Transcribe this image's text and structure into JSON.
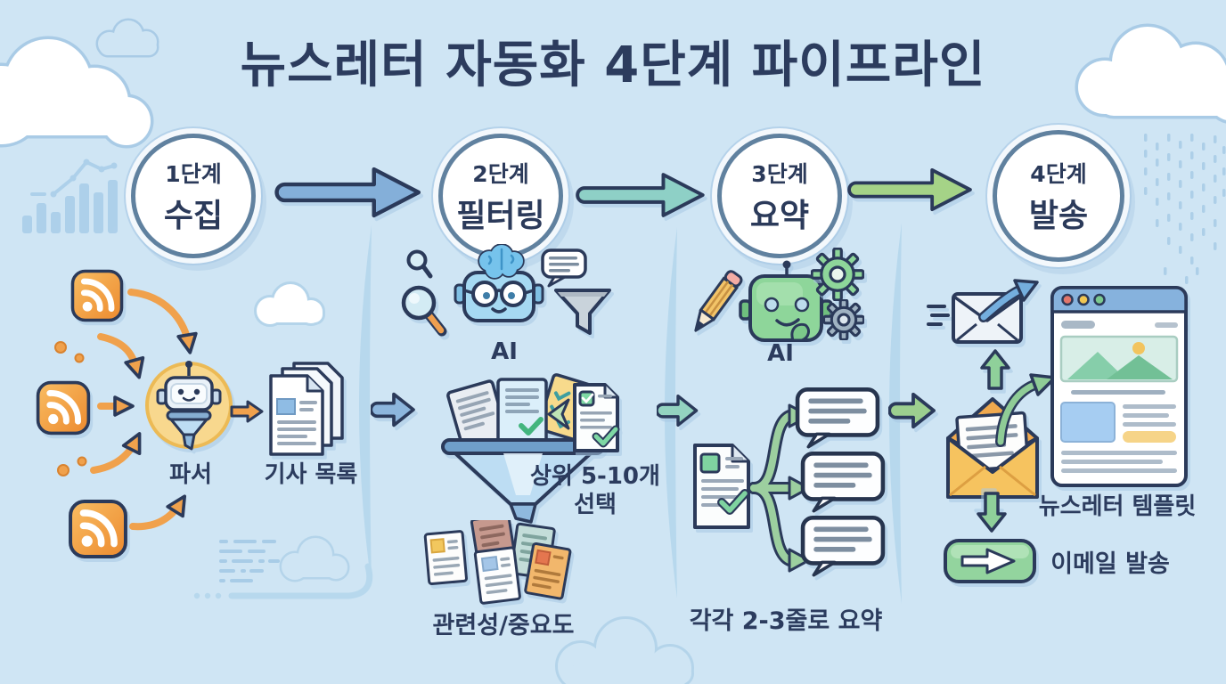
{
  "title": "뉴스레터 자동화 4단계 파이프라인",
  "stages": [
    {
      "step": "1단계",
      "name": "수집"
    },
    {
      "step": "2단계",
      "name": "필터링"
    },
    {
      "step": "3단계",
      "name": "요약"
    },
    {
      "step": "4단계",
      "name": "발송"
    }
  ],
  "collect": {
    "parser_label": "파서",
    "articles_label": "기사 목록"
  },
  "filter": {
    "ai_label": "AI",
    "selection_line1": "상위 5-10개",
    "selection_line2": "선택",
    "criteria_label": "관련성/중요도"
  },
  "summarize": {
    "ai_label": "AI",
    "note_label": "각각 2-3줄로 요약"
  },
  "send": {
    "template_label": "뉴스레터 템플릿",
    "email_label": "이메일 발송"
  },
  "icons": {
    "stage1": [
      "rss-icon",
      "robot-parser-icon",
      "article-stack-icon"
    ],
    "stage2": [
      "magnifier-icon",
      "ai-robot-icon",
      "speech-bubble-icon",
      "funnel-icon",
      "funnel-sort-icon",
      "selected-doc-icon",
      "doc-cluster-icon"
    ],
    "stage3": [
      "pencil-icon",
      "ai-robot-icon",
      "gear-icon",
      "summary-doc-icon",
      "speech-bubble-icon"
    ],
    "stage4": [
      "send-envelope-icon",
      "open-envelope-icon",
      "newsletter-template-icon",
      "email-send-button-icon"
    ]
  },
  "colors": {
    "background": "#cfe5f4",
    "text": "#2c3c5e",
    "stage_arrow_blue": "#84afd9",
    "stage_arrow_teal": "#8ed0c6",
    "stage_arrow_green": "#a5d387",
    "rss_orange": "#f09d44",
    "robot_blue": "#a6d9f2",
    "robot_green": "#8ed69a",
    "envelope_orange": "#f6c35f",
    "funnel_blue": "#bdddf3"
  }
}
